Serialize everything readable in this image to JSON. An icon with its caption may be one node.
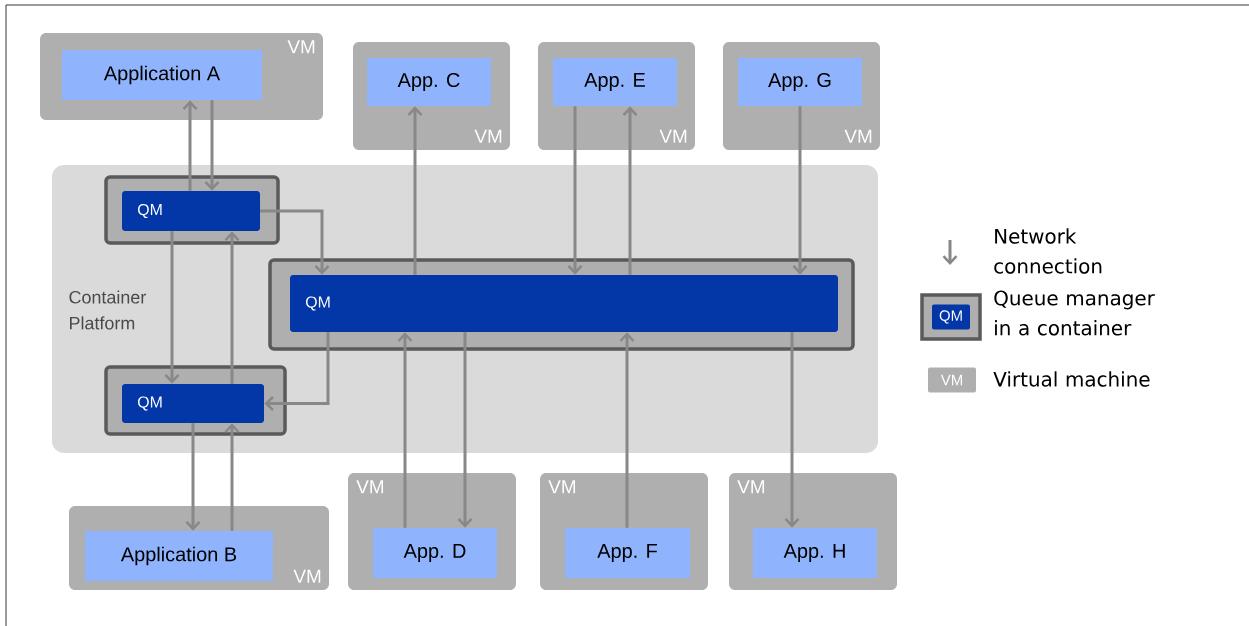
{
  "diagram": {
    "nodes": [
      {
        "text": [
          "VM"
        ]
      },
      {
        "text": [
          "Application A"
        ],
        "in": 0
      },
      {
        "text": [
          "VM"
        ]
      },
      {
        "text": [
          "App. C"
        ],
        "in": 2
      },
      {
        "text": [
          "VM"
        ]
      },
      {
        "text": [
          "App. E"
        ],
        "in": 4
      },
      {
        "text": [
          "VM"
        ]
      },
      {
        "text": [
          "App. G"
        ],
        "in": 6
      },
      {
        "text": [
          "Container Platform"
        ]
      },
      {
        "text": [],
        "shape": "box",
        "in": 8
      },
      {
        "text": [
          "QM"
        ],
        "in": 9
      },
      {
        "text": [],
        "shape": "box",
        "in": 8
      },
      {
        "text": [
          "QM"
        ],
        "in": 11
      },
      {
        "text": [],
        "shape": "box",
        "in": 8
      },
      {
        "text": [
          "QM"
        ],
        "in": 13
      },
      {
        "text": [
          "VM"
        ]
      },
      {
        "text": [
          "Application B"
        ],
        "in": 15
      },
      {
        "text": [
          "VM"
        ]
      },
      {
        "text": [
          "App. D"
        ],
        "in": 17
      },
      {
        "text": [
          "VM"
        ]
      },
      {
        "text": [
          "App. F"
        ],
        "in": 19
      },
      {
        "text": [
          "VM"
        ]
      },
      {
        "text": [
          "App. H"
        ],
        "in": 21
      }
    ],
    "edges": [
      {
        "from": 1,
        "to": 10,
        "arrow": "to"
      },
      {
        "from": 10,
        "to": 1,
        "arrow": "to"
      },
      {
        "from": 10,
        "to": 12,
        "arrow": "to"
      },
      {
        "from": 10,
        "to": 14,
        "arrow": "to"
      },
      {
        "from": 14,
        "to": 10,
        "arrow": "to"
      },
      {
        "from": 12,
        "to": 14,
        "arrow": "to"
      },
      {
        "from": 14,
        "to": 16,
        "arrow": "to"
      },
      {
        "from": 16,
        "to": 14,
        "arrow": "to"
      },
      {
        "from": 12,
        "to": 3,
        "arrow": "to"
      },
      {
        "from": 5,
        "to": 12,
        "arrow": "to"
      },
      {
        "from": 12,
        "to": 5,
        "arrow": "to"
      },
      {
        "from": 7,
        "to": 12,
        "arrow": "to"
      },
      {
        "from": 18,
        "to": 12,
        "arrow": "to"
      },
      {
        "from": 12,
        "to": 18,
        "arrow": "to"
      },
      {
        "from": 20,
        "to": 12,
        "arrow": "to"
      },
      {
        "from": 12,
        "to": 22,
        "arrow": "to"
      }
    ],
    "labels": [
      "QM",
      "VM"
    ],
    "legend": [
      {
        "text": "Network connection"
      },
      {
        "text": "Queue manager in a container"
      },
      {
        "text": "Virtual machine"
      }
    ]
  }
}
